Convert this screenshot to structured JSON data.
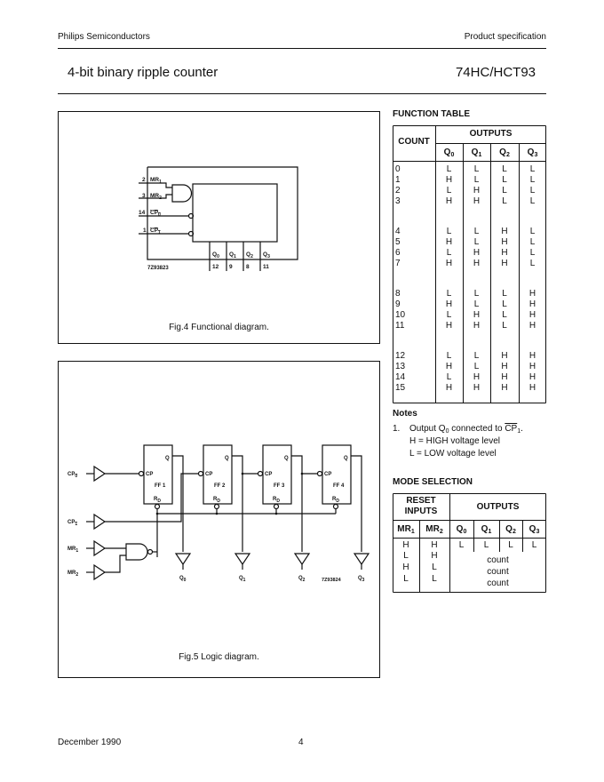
{
  "header": {
    "company": "Philips Semiconductors",
    "doc_type": "Product specification",
    "title": "4-bit binary ripple counter",
    "part_number": "74HC/HCT93"
  },
  "fig4": {
    "caption": "Fig.4  Functional diagram.",
    "code": "7Z93823",
    "inputs": [
      {
        "pin": "2",
        "name": "MR",
        "sub": "1",
        "overline": false
      },
      {
        "pin": "3",
        "name": "MR",
        "sub": "2",
        "overline": false
      },
      {
        "pin": "14",
        "name": "CP",
        "sub": "0",
        "overline": true
      },
      {
        "pin": "1",
        "name": "CP",
        "sub": "1",
        "overline": true
      }
    ],
    "outputs": [
      {
        "name": "Q",
        "sub": "0",
        "pin": "12"
      },
      {
        "name": "Q",
        "sub": "1",
        "pin": "9"
      },
      {
        "name": "Q",
        "sub": "2",
        "pin": "8"
      },
      {
        "name": "Q",
        "sub": "3",
        "pin": "11"
      }
    ]
  },
  "fig5": {
    "caption": "Fig.5  Logic diagram.",
    "code": "7Z93824",
    "inputs": [
      {
        "name": "CP",
        "sub": "0",
        "overline": true
      },
      {
        "name": "CP",
        "sub": "1",
        "overline": true
      },
      {
        "name": "MR",
        "sub": "1",
        "overline": false
      },
      {
        "name": "MR",
        "sub": "2",
        "overline": false
      }
    ],
    "flipflops": [
      {
        "label": "FF 1",
        "cp": "CP",
        "q": "Q",
        "rd": "R",
        "rd_sub": "D"
      },
      {
        "label": "FF 2",
        "cp": "CP",
        "q": "Q",
        "rd": "R",
        "rd_sub": "D"
      },
      {
        "label": "FF 3",
        "cp": "CP",
        "q": "Q",
        "rd": "R",
        "rd_sub": "D"
      },
      {
        "label": "FF 4",
        "cp": "CP",
        "q": "Q",
        "rd": "R",
        "rd_sub": "D"
      }
    ],
    "outputs": [
      {
        "name": "Q",
        "sub": "0"
      },
      {
        "name": "Q",
        "sub": "1"
      },
      {
        "name": "Q",
        "sub": "2"
      },
      {
        "name": "Q",
        "sub": "3"
      }
    ]
  },
  "function_table": {
    "title": "FUNCTION TABLE",
    "count_header": "COUNT",
    "outputs_header": "OUTPUTS",
    "columns": [
      {
        "name": "Q",
        "sub": "0"
      },
      {
        "name": "Q",
        "sub": "1"
      },
      {
        "name": "Q",
        "sub": "2"
      },
      {
        "name": "Q",
        "sub": "3"
      }
    ],
    "groups": [
      [
        [
          "0",
          "L",
          "L",
          "L",
          "L"
        ],
        [
          "1",
          "H",
          "L",
          "L",
          "L"
        ],
        [
          "2",
          "L",
          "H",
          "L",
          "L"
        ],
        [
          "3",
          "H",
          "H",
          "L",
          "L"
        ]
      ],
      [
        [
          "4",
          "L",
          "L",
          "H",
          "L"
        ],
        [
          "5",
          "H",
          "L",
          "H",
          "L"
        ],
        [
          "6",
          "L",
          "H",
          "H",
          "L"
        ],
        [
          "7",
          "H",
          "H",
          "H",
          "L"
        ]
      ],
      [
        [
          "8",
          "L",
          "L",
          "L",
          "H"
        ],
        [
          "9",
          "H",
          "L",
          "L",
          "H"
        ],
        [
          "10",
          "L",
          "H",
          "L",
          "H"
        ],
        [
          "11",
          "H",
          "H",
          "L",
          "H"
        ]
      ],
      [
        [
          "12",
          "L",
          "L",
          "H",
          "H"
        ],
        [
          "13",
          "H",
          "L",
          "H",
          "H"
        ],
        [
          "14",
          "L",
          "H",
          "H",
          "H"
        ],
        [
          "15",
          "H",
          "H",
          "H",
          "H"
        ]
      ]
    ]
  },
  "notes": {
    "title": "Notes",
    "number": "1.",
    "line1_pre": "Output Q",
    "line1_sub": "0",
    "line1_mid": " connected to ",
    "line1_over": "CP",
    "line1_sub2": "1",
    "line1_post": ".",
    "line2": "H = HIGH voltage level",
    "line3": "L = LOW voltage level"
  },
  "mode_selection": {
    "title": "MODE SELECTION",
    "reset_header_1": "RESET",
    "reset_header_2": "INPUTS",
    "outputs_header": "OUTPUTS",
    "input_columns": [
      {
        "name": "MR",
        "sub": "1"
      },
      {
        "name": "MR",
        "sub": "2"
      }
    ],
    "output_columns": [
      {
        "name": "Q",
        "sub": "0"
      },
      {
        "name": "Q",
        "sub": "1"
      },
      {
        "name": "Q",
        "sub": "2"
      },
      {
        "name": "Q",
        "sub": "3"
      }
    ],
    "reset_row": {
      "mr1": "H",
      "mr2": "H",
      "outputs": [
        "L",
        "L",
        "L",
        "L"
      ]
    },
    "count_rows": [
      {
        "mr1": "L",
        "mr2": "H",
        "output": "count"
      },
      {
        "mr1": "H",
        "mr2": "L",
        "output": "count"
      },
      {
        "mr1": "L",
        "mr2": "L",
        "output": "count"
      }
    ]
  },
  "footer": {
    "date": "December 1990",
    "page": "4"
  }
}
